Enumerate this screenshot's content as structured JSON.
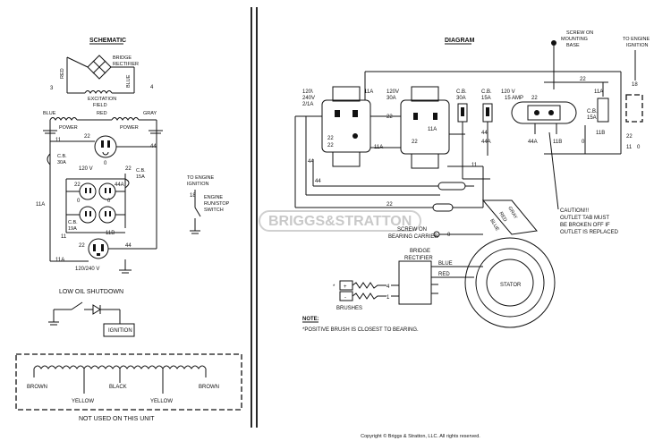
{
  "left_panel": {
    "schematic_title": "SCHEMATIC",
    "bridge_rectifier": [
      "BRIDGE",
      "RECTIFIER"
    ],
    "red": "RED",
    "blue": "BLUE",
    "wire_3": "3",
    "wire_4": "4",
    "excitation_field": [
      "EXCITATION",
      "FIELD"
    ],
    "gray": "GRAY",
    "power": "POWER",
    "wire_11": "11",
    "wire_22": "22",
    "wire_44": "44",
    "wire_0": "0",
    "wire_11a": "11A",
    "wire_11b": "11B",
    "wire_44a": "44A",
    "wire_18": "18",
    "cb_30a": [
      "C.B.",
      "30A"
    ],
    "cb_15a": [
      "C.B.",
      "15A"
    ],
    "cb_19a": [
      "C.B.",
      "19A"
    ],
    "v120": "120 V",
    "v120_240": "120/240 V",
    "to_engine_ignition": [
      "TO ENGINE",
      "IGNITION"
    ],
    "engine_switch": [
      "ENGINE",
      "RUN/STOP",
      "SWITCH"
    ],
    "low_oil_title": "LOW OIL SHUTDOWN",
    "ignition": "IGNITION",
    "coil_labels": [
      "BROWN",
      "YELLOW",
      "BLACK",
      "YELLOW",
      "BROWN"
    ],
    "not_used": "NOT USED ON THIS UNIT"
  },
  "right_panel": {
    "diagram_title": "DIAGRAM",
    "screw_mounting": [
      "SCREW ON",
      "MOUNTING",
      "BASE"
    ],
    "to_engine_ignition": [
      "TO ENGINE",
      "IGNITION"
    ],
    "rec_120_240": [
      "120\\",
      "240V",
      "2/1A"
    ],
    "rec_120v_30a": [
      "120V",
      "30A"
    ],
    "cb_30a": [
      "C.B.",
      "30A"
    ],
    "cb_15a": [
      "C.B.",
      "15A"
    ],
    "v120_15amp": [
      "120  V",
      "15 AMP"
    ],
    "cb_15a_right": [
      "C.B.",
      "15A"
    ],
    "w11a": "11A",
    "w22": "22",
    "w44": "44",
    "w44a": "44A",
    "w11": "11",
    "w11b": "11B",
    "w0": "0",
    "w18": "18",
    "w4": "4",
    "w1": "1",
    "caution": [
      "CAUTION!!!",
      "OUTLET TAB MUST",
      "BE BROKEN OFF IF",
      "OUTLET IS REPLACED"
    ],
    "screw_bearing": [
      "SCREW ON",
      "BEARING CARRIER"
    ],
    "bridge_rectifier": [
      "BRIDGE",
      "RECTIFIER"
    ],
    "blue": "BLUE",
    "red": "RED",
    "gray": "GRAY",
    "stator": "STATOR",
    "brushes": "BRUSHES",
    "asterisk": "*",
    "note_title": "NOTE:",
    "note_text": "*POSITIVE BRUSH IS CLOSEST TO BEARING.",
    "watermark": "BRIGGS&STRATTON"
  },
  "copyright": "Copyright © Briggs & Stratton, LLC. All rights reserved."
}
